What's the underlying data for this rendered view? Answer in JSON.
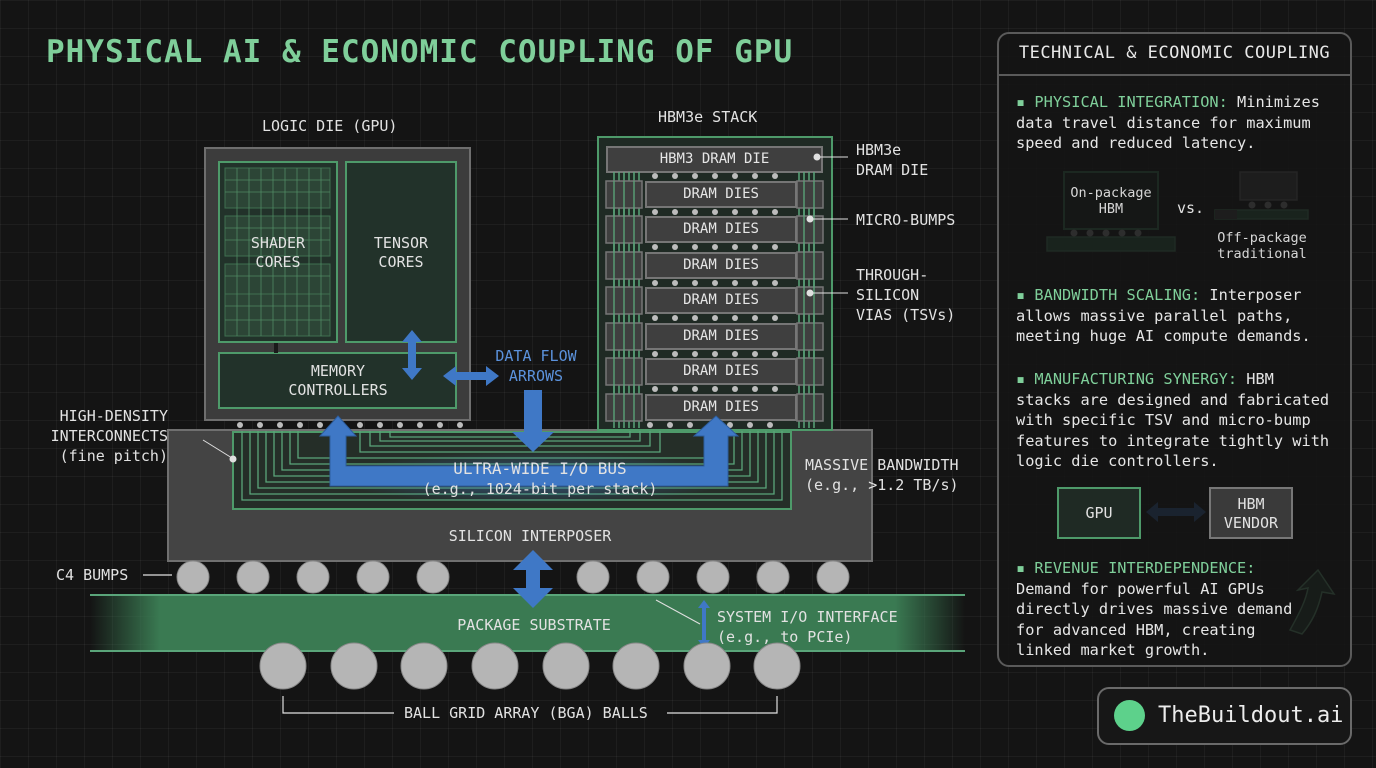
{
  "title": "PHYSICAL AI & ECONOMIC COUPLING OF GPU",
  "diagram": {
    "logic_die_label": "LOGIC DIE (GPU)",
    "shader_label_1": "SHADER",
    "shader_label_2": "CORES",
    "tensor_label_1": "TENSOR",
    "tensor_label_2": "CORES",
    "memctl_label_1": "MEMORY",
    "memctl_label_2": "CONTROLLERS",
    "hbm_stack_label": "HBM3e STACK",
    "top_die_label": "HBM3 DRAM DIE",
    "dram_dies": [
      "DRAM DIES",
      "DRAM DIES",
      "DRAM DIES",
      "DRAM DIES",
      "DRAM DIES",
      "DRAM DIES",
      "DRAM DIES"
    ],
    "callout_hbm_1": "HBM3e",
    "callout_hbm_2": "DRAM DIE",
    "callout_microbumps": "MICRO-BUMPS",
    "callout_tsv_1": "THROUGH-",
    "callout_tsv_2": "SILICON",
    "callout_tsv_3": "VIAS (TSVs)",
    "data_flow_1": "DATA FLOW",
    "data_flow_2": "ARROWS",
    "hd_interconnect_1": "HIGH-DENSITY",
    "hd_interconnect_2": "INTERCONNECTS",
    "hd_interconnect_3": "(fine pitch)",
    "bus_label": "ULTRA-WIDE I/O BUS",
    "bus_sub": "(e.g., 1024-bit per stack)",
    "bandwidth_1": "MASSIVE BANDWIDTH",
    "bandwidth_2": "(e.g., >1.2 TB/s)",
    "interposer_label": "SILICON INTERPOSER",
    "c4_label": "C4 BUMPS",
    "substrate_label": "PACKAGE SUBSTRATE",
    "sysio_1": "SYSTEM I/O INTERFACE",
    "sysio_2": "(e.g., to PCIe)",
    "bga_label": "BALL GRID ARRAY (BGA) BALLS"
  },
  "panel": {
    "title": "TECHNICAL & ECONOMIC COUPLING",
    "sections": [
      {
        "heading": "PHYSICAL INTEGRATION:",
        "body": "Minimizes data travel distance for maximum speed and reduced latency."
      },
      {
        "heading": "BANDWIDTH SCALING:",
        "body": "Interposer allows massive parallel paths, meeting huge AI compute demands."
      },
      {
        "heading": "MANUFACTURING SYNERGY:",
        "body": "HBM stacks are designed and fabricated with specific TSV and micro-bump features to integrate tightly with logic die controllers."
      },
      {
        "heading": "REVENUE INTERDEPENDENCE:",
        "body": "Demand for powerful AI GPUs directly drives massive demand for advanced HBM, creating linked market growth."
      }
    ],
    "on_package_1": "On-package",
    "on_package_2": "HBM",
    "vs": "vs.",
    "off_package_1": "Off-package",
    "off_package_2": "traditional",
    "gpu_label": "GPU",
    "hbm_vendor_1": "HBM",
    "hbm_vendor_2": "VENDOR"
  },
  "brand": "TheBuildout.ai",
  "colors": {
    "accent_green": "#7fcf9a",
    "arrow_blue": "#3f78c6",
    "brand_dot": "#5dd18b"
  }
}
